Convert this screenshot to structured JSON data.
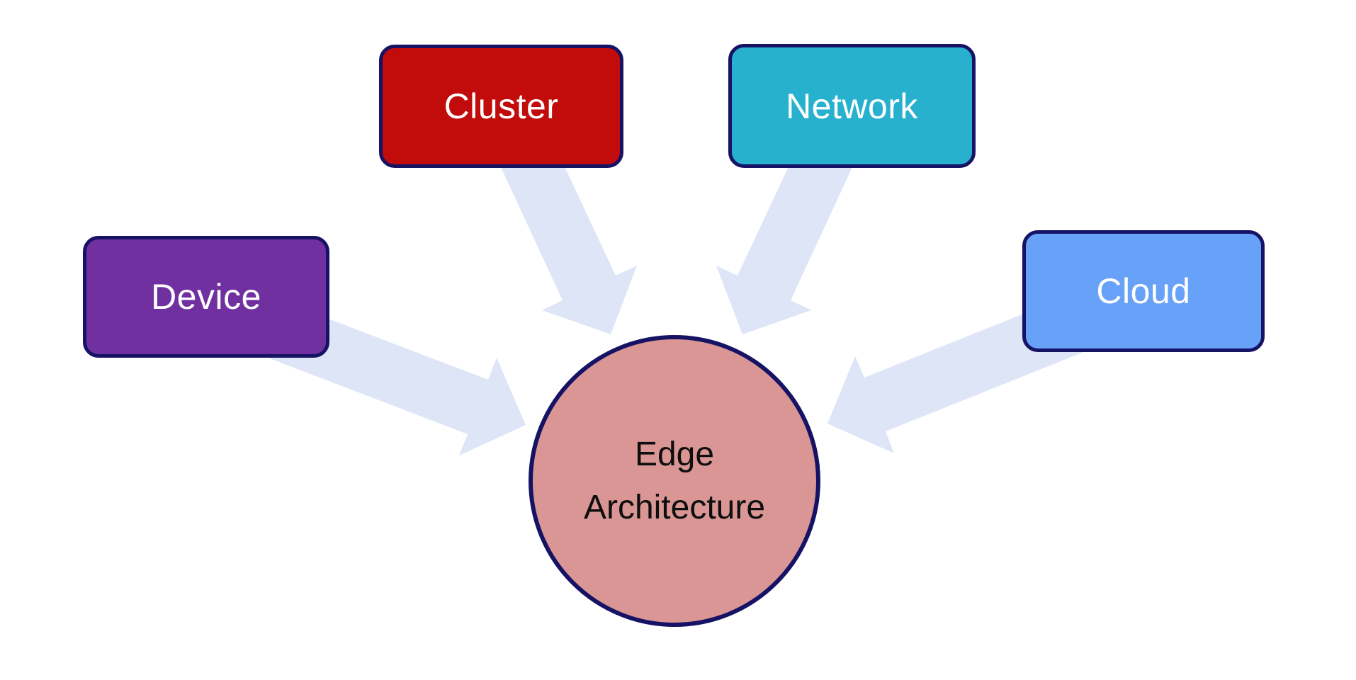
{
  "diagram": {
    "hub": {
      "label": "Edge Architecture",
      "lines": [
        "Edge",
        "Architecture"
      ],
      "fill": "#d99694",
      "text_color": "#0e0e0e"
    },
    "nodes": [
      {
        "id": "device",
        "label": "Device",
        "fill": "#7030a0"
      },
      {
        "id": "cluster",
        "label": "Cluster",
        "fill": "#c20b0b"
      },
      {
        "id": "network",
        "label": "Network",
        "fill": "#27b1ce"
      },
      {
        "id": "cloud",
        "label": "Cloud",
        "fill": "#68a1f8"
      }
    ],
    "colors": {
      "node_border": "#161365",
      "node_text": "#ffffff",
      "arrow_fill": "#dee5f7",
      "background": "#ffffff"
    }
  }
}
